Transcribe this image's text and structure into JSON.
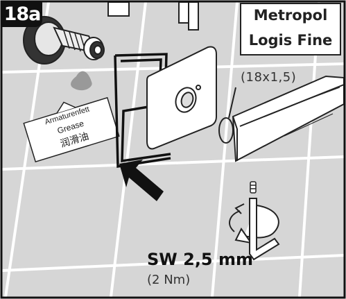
{
  "step": {
    "number": "18a"
  },
  "product": {
    "line1": "Metropol",
    "line2": "Logis Fine"
  },
  "oring": {
    "size": "(18x1,5)"
  },
  "grease_tag": {
    "label_de": "Armaturenfett",
    "label_en": "Grease",
    "label_zh": "润滑油"
  },
  "tool": {
    "size": "SW 2,5 mm",
    "torque": "(2 Nm)"
  },
  "colors": {
    "tile": "#d6d6d6",
    "grout": "#ffffff",
    "ink": "#222222",
    "grease": "#999999",
    "border": "#111111"
  },
  "icons": [
    "fitting-icon",
    "arrow-icon",
    "rotate-arrow-icon",
    "allen-key-icon",
    "screw-icon"
  ]
}
